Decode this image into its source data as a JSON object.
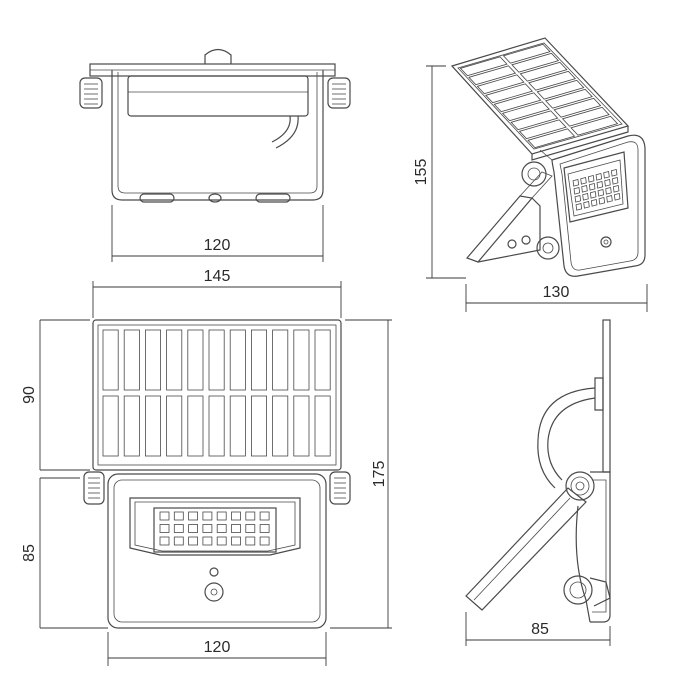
{
  "dimensions": {
    "top_view_width": "120",
    "front_total_width": "145",
    "front_panel_height": "90",
    "front_body_height": "85",
    "front_total_height": "175",
    "front_body_width": "120",
    "iso_height": "155",
    "iso_width": "130",
    "side_depth": "85"
  },
  "colors": {
    "line": "#4a4a4a",
    "background": "#ffffff"
  }
}
